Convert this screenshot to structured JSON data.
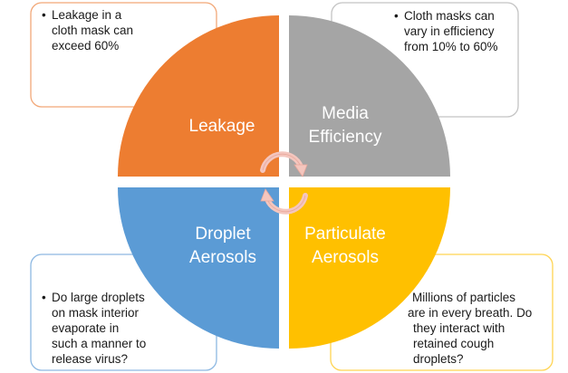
{
  "colors": {
    "leakage": "#ED7D31",
    "media": "#A5A5A5",
    "droplet": "#5B9BD5",
    "particulate": "#FFC000",
    "arrow": "#F4C6BE",
    "arrow_stroke": "#E9A79B"
  },
  "quadrants": {
    "leakage": {
      "line1": "Leakage"
    },
    "media": {
      "line1": "Media",
      "line2": "Efficiency"
    },
    "droplet": {
      "line1": "Droplet",
      "line2": "Aerosols"
    },
    "particulate": {
      "line1": "Particulate",
      "line2": "Aerosols"
    }
  },
  "callouts": {
    "leakage": {
      "bullet": "•",
      "lines": [
        "Leakage in a",
        "cloth mask can",
        "exceed 60%"
      ]
    },
    "media": {
      "bullet": "•",
      "lines": [
        "Cloth masks can",
        "vary in efficiency",
        "from 10% to 60%"
      ]
    },
    "droplet": {
      "bullet": "•",
      "lines": [
        "Do large droplets",
        "on mask interior",
        "evaporate in",
        "such a manner to",
        "release virus?"
      ]
    },
    "particulate": {
      "lines": [
        "Millions of particles",
        "are in every breath. Do",
        "they  interact with",
        "retained cough",
        "droplets?"
      ]
    }
  }
}
